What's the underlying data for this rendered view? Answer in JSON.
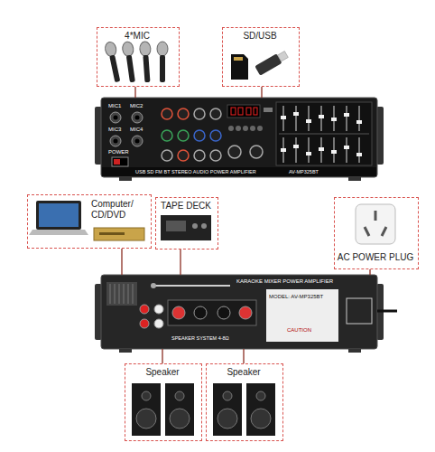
{
  "diagram": {
    "nodes": [
      {
        "text": [
          "4*MIC"
        ]
      },
      {
        "text": [
          "SD/USB"
        ]
      },
      {
        "text": [
          "USB SD FM BT STEREO AUDIO POWER AMPLIFIER",
          "AV-MP325BT"
        ]
      },
      {
        "text": [
          "Computer/ CD/DVD"
        ]
      },
      {
        "text": [
          "TAPE DECK"
        ]
      },
      {
        "text": [
          "AC POWER PLUG"
        ]
      },
      {
        "text": [
          "KARAOKE MIXER POWER AMPLIFIER",
          "MODEL: AV-MP325BT"
        ]
      },
      {
        "text": [
          "Speaker"
        ]
      },
      {
        "text": [
          "Speaker"
        ]
      }
    ],
    "edges": [
      {
        "from": 0,
        "to": 2,
        "arrow": "none"
      },
      {
        "from": 1,
        "to": 2,
        "arrow": "none"
      },
      {
        "from": 3,
        "to": 6,
        "arrow": "none"
      },
      {
        "from": 4,
        "to": 6,
        "arrow": "none"
      },
      {
        "from": 5,
        "to": 6,
        "arrow": "none"
      },
      {
        "from": 6,
        "to": 7,
        "arrow": "none"
      },
      {
        "from": 6,
        "to": 8,
        "arrow": "none"
      }
    ],
    "labels": [
      "MIC1",
      "MIC2",
      "MIC3",
      "MIC4",
      "POWER",
      "SPEAKER SYSTEM 4-8Ω",
      "CAUTION"
    ]
  }
}
